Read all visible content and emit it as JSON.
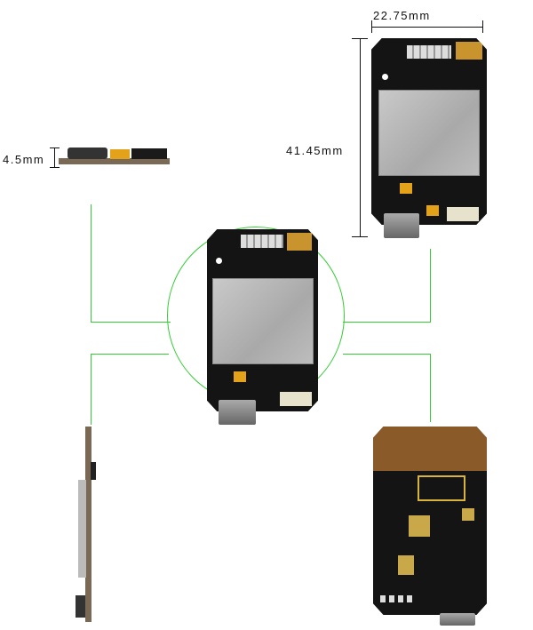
{
  "dimensions": {
    "width_label": "22.75mm",
    "height_label": "41.45mm",
    "thickness_label": "4.5mm"
  },
  "colors": {
    "connector_lines": "#33cc33",
    "pcb": "#141414",
    "shield": "#b5b5b5",
    "antenna": "#c9942d"
  }
}
